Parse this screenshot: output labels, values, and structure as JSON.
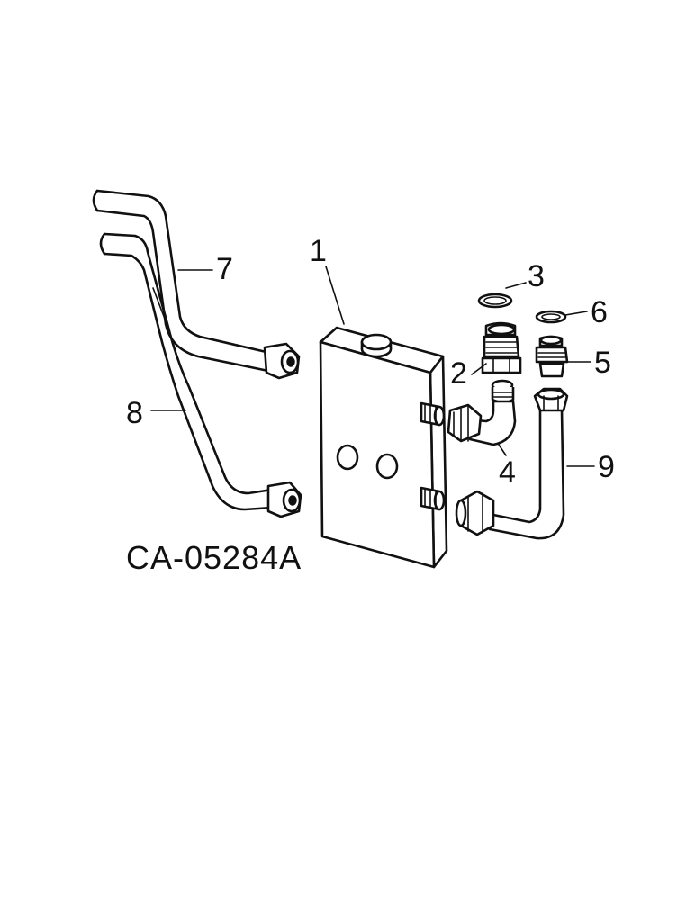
{
  "figure_id": "CA-05284A",
  "callouts": {
    "part_1": "1",
    "part_2": "2",
    "part_3": "3",
    "part_4": "4",
    "part_5": "5",
    "part_6": "6",
    "part_7": "7",
    "part_8": "8",
    "part_9": "9"
  }
}
